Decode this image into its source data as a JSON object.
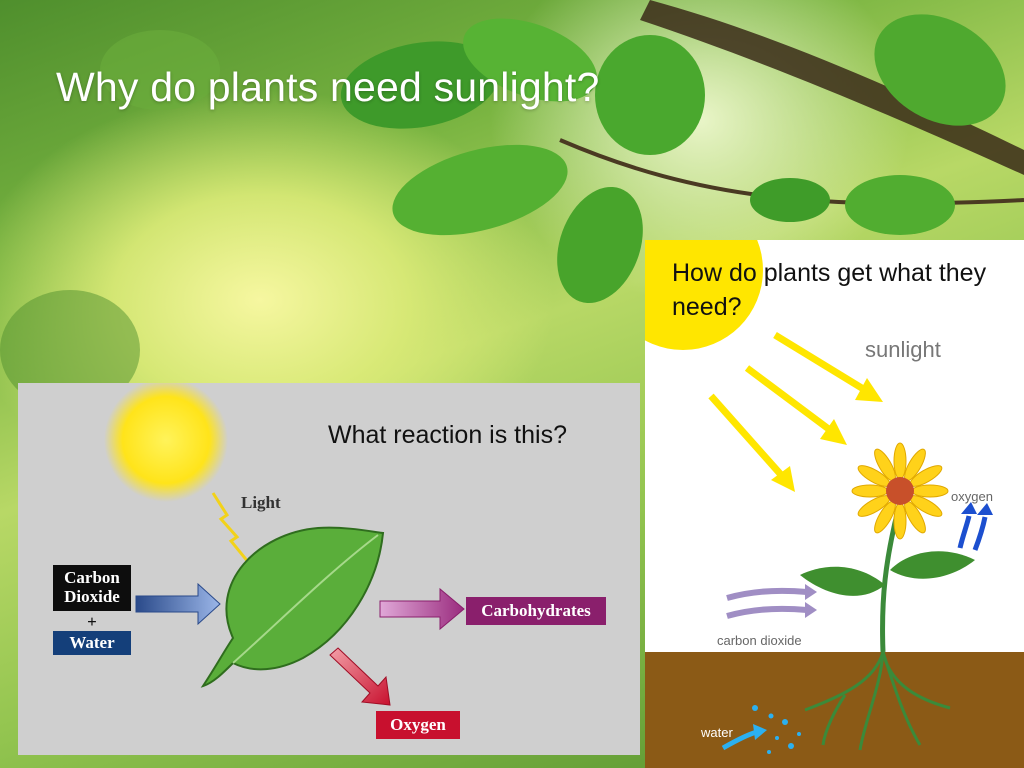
{
  "slide": {
    "title": "Why do plants need sunlight?"
  },
  "left_panel": {
    "question": "What reaction is this?",
    "light_label": "Light",
    "inputs": {
      "carbon_dioxide_line1": "Carbon",
      "carbon_dioxide_line2": "Dioxide",
      "plus": "+",
      "water": "Water"
    },
    "outputs": {
      "carbohydrates": "Carbohydrates",
      "oxygen": "Oxygen"
    },
    "colors": {
      "background": "#cfcfcf",
      "sun": "#ffee22",
      "input_box": "#0d0d0d",
      "water_box": "#143f7a",
      "carbohydrates_box": "#8a1f6c",
      "oxygen_box": "#c8102e",
      "leaf": "#5aae3a"
    }
  },
  "right_panel": {
    "question": "How do plants get what they need?",
    "sunlight_label": "sunlight",
    "oxygen_label": "oxygen",
    "carbon_dioxide_label": "carbon dioxide",
    "water_label": "water",
    "colors": {
      "soil": "#8b5a16",
      "sun": "#ffe600",
      "stem": "#3b8a3a",
      "oxygen_arrows": "#1c4fcf",
      "co2_arrows": "#a08ec4",
      "water": "#2bb0f0"
    }
  }
}
